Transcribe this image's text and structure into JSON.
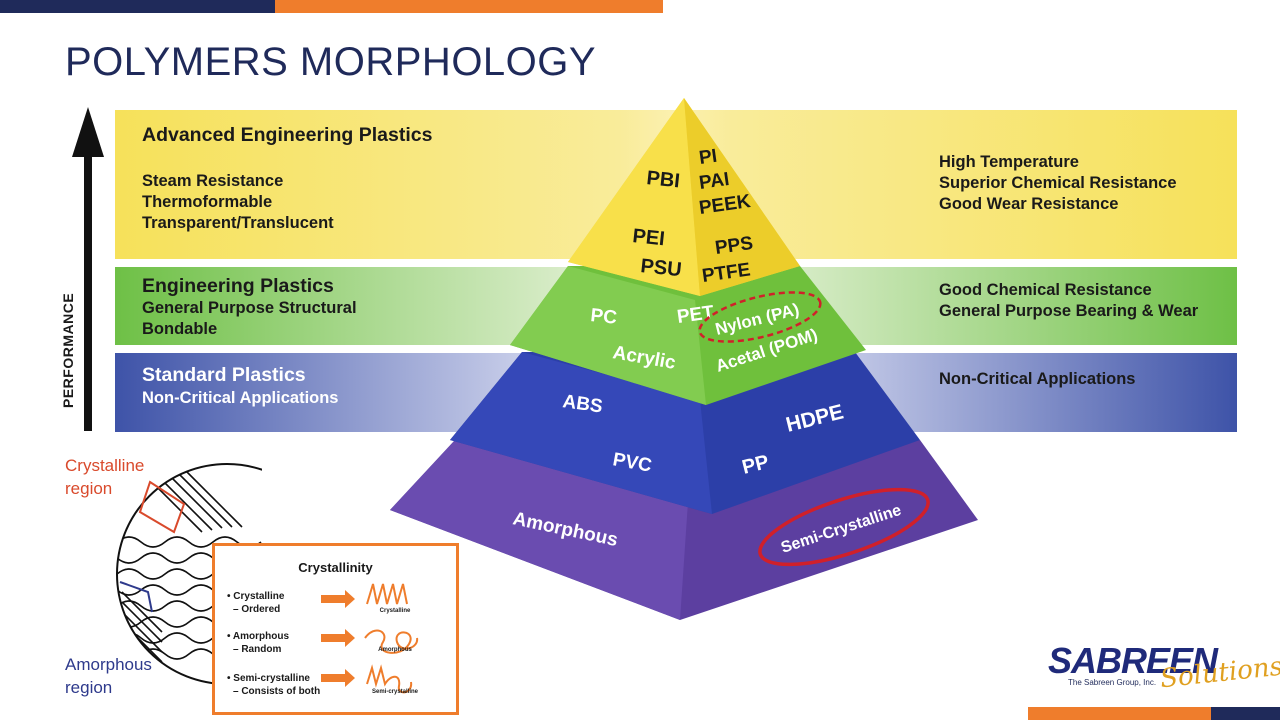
{
  "title": "POLYMERS MORPHOLOGY",
  "axis_label": "PERFORMANCE",
  "tiers": {
    "advanced": {
      "heading": "Advanced Engineering Plastics",
      "left": [
        "Steam Resistance",
        "Thermoformable",
        "Transparent/Translucent"
      ],
      "right": [
        "High Temperature",
        "Superior Chemical Resistance",
        "Good Wear Resistance"
      ],
      "color": "#f6e15a"
    },
    "engineering": {
      "heading": "Engineering Plastics",
      "left": [
        "General Purpose Structural",
        "Bondable"
      ],
      "right": [
        "Good Chemical Resistance",
        "General Purpose Bearing & Wear"
      ],
      "color": "#6ec046"
    },
    "standard": {
      "heading": "Standard Plastics",
      "left": [
        "Non-Critical Applications"
      ],
      "right": [
        "Non-Critical Applications"
      ],
      "color": "#3e53a8"
    }
  },
  "pyramid": {
    "top": [
      "PBI",
      "PI",
      "PAI",
      "PEEK",
      "PEI",
      "PPS",
      "PSU",
      "PTFE"
    ],
    "middle": [
      "PC",
      "PET",
      "Nylon (PA)",
      "Acrylic",
      "Acetal (POM)"
    ],
    "lower": [
      "ABS",
      "HDPE",
      "PVC",
      "PP"
    ],
    "base": [
      "Amorphous",
      "Semi-Crystalline"
    ]
  },
  "morphology_labels": {
    "crystalline": [
      "Crystalline",
      "region"
    ],
    "amorphous": [
      "Amorphous",
      "region"
    ]
  },
  "crystallinity_box": {
    "title": "Crystallinity",
    "items": [
      {
        "name": "• Crystalline",
        "desc": "– Ordered",
        "sample": "Crystalline"
      },
      {
        "name": "• Amorphous",
        "desc": "– Random",
        "sample": "Amorphous"
      },
      {
        "name": "• Semi-crystalline",
        "desc": "– Consists of both",
        "sample": "Semi-crystalline"
      }
    ]
  },
  "logo": {
    "main": "SABREEN",
    "sub": "The Sabreen Group, Inc.",
    "script": "Solutions"
  },
  "colors": {
    "navy": "#1f2a5a",
    "orange": "#ef7d2c",
    "highlight_red": "#d0202a"
  }
}
